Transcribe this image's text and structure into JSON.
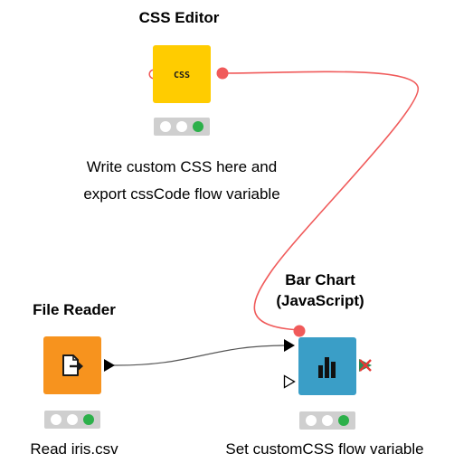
{
  "colors": {
    "css_editor": "#ffcc00",
    "file_reader": "#f7931e",
    "bar_chart": "#3a9ec7",
    "flow_var": "#f05a5a",
    "status_green": "#2cb04a",
    "status_bg": "#cfcfcf"
  },
  "nodes": [
    {
      "id": "css-editor",
      "title": "CSS Editor",
      "icon": "css-icon",
      "icon_text": "CSS",
      "status": "configured",
      "description_lines": [
        "Write custom CSS here and",
        "export cssCode flow variable"
      ]
    },
    {
      "id": "file-reader",
      "title": "File Reader",
      "icon": "file-import-icon",
      "status": "configured",
      "description_lines": [
        "Read iris.csv"
      ]
    },
    {
      "id": "bar-chart",
      "title_lines": [
        "Bar Chart",
        "(JavaScript)"
      ],
      "icon": "bar-chart-icon",
      "status": "configured",
      "description_lines": [
        "Set customCSS flow variable"
      ]
    }
  ]
}
